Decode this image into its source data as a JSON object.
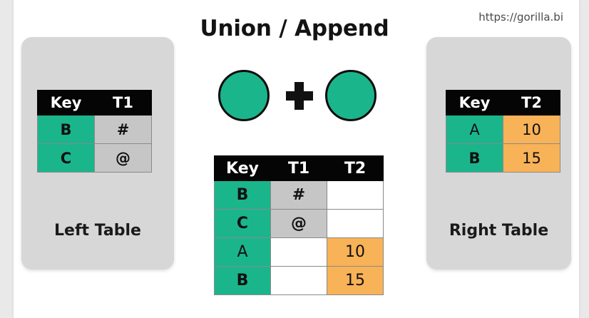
{
  "header": {
    "title": "Union / Append",
    "url": "https://gorilla.bi"
  },
  "diagram": {
    "left_circle_label": "",
    "operator": "+",
    "right_circle_label": ""
  },
  "colors": {
    "teal": "#1BB58C",
    "orange": "#F8B257",
    "gray_cell": "#c6c6c6",
    "header_black": "#050505",
    "card_gray": "#d7d7d7",
    "canvas_white": "#ffffff",
    "page_gray": "#e9e9e9"
  },
  "left_table": {
    "label": "Left Table",
    "columns": [
      "Key",
      "T1"
    ],
    "rows": [
      {
        "key": "B",
        "t1": "#"
      },
      {
        "key": "C",
        "t1": "@"
      }
    ]
  },
  "right_table": {
    "label": "Right Table",
    "columns": [
      "Key",
      "T2"
    ],
    "rows": [
      {
        "key": "A",
        "t2": "10"
      },
      {
        "key": "B",
        "t2": "15"
      }
    ]
  },
  "result_table": {
    "columns": [
      "Key",
      "T1",
      "T2"
    ],
    "rows": [
      {
        "key": "B",
        "t1": "#",
        "t2": ""
      },
      {
        "key": "C",
        "t1": "@",
        "t2": ""
      },
      {
        "key": "A",
        "t1": "",
        "t2": "10"
      },
      {
        "key": "B",
        "t1": "",
        "t2": "15"
      }
    ]
  }
}
